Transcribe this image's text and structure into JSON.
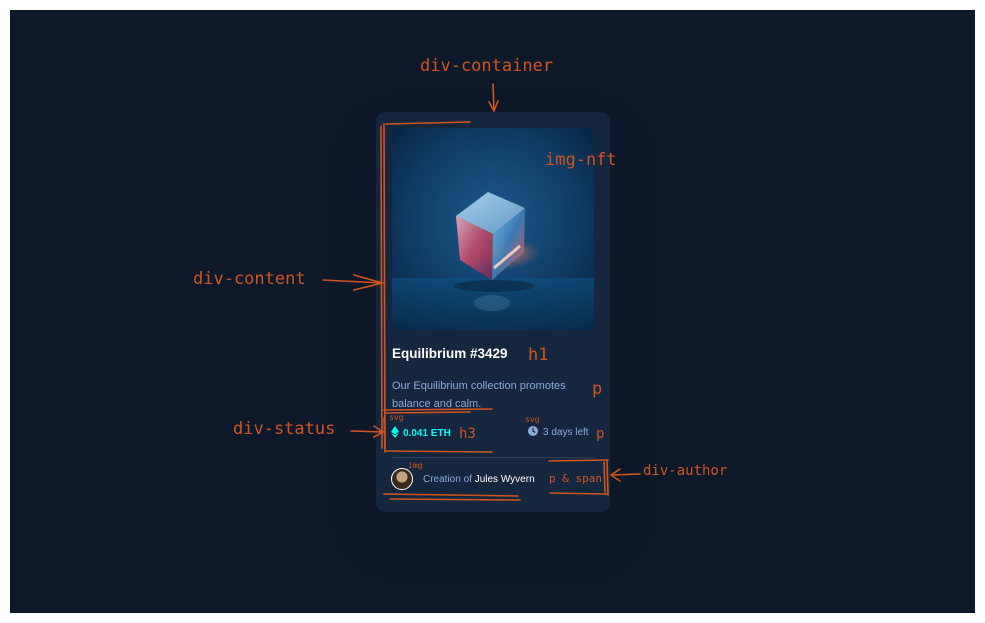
{
  "card": {
    "title": "Equilibrium #3429",
    "description": "Our Equilibrium collection promotes balance and calm.",
    "price": "0.041 ETH",
    "time_left": "3 days left",
    "author_prefix": "Creation of",
    "author_name": "Jules Wyvern"
  },
  "icons": {
    "ethereum": "ethereum-icon",
    "clock": "clock-icon"
  },
  "annotations": {
    "container": "div-container",
    "img_nft": "img-nft",
    "content": "div-content",
    "h1": "h1",
    "p_desc": "p",
    "status": "div-status",
    "svg_eth": "svg",
    "h3": "h3",
    "svg_clock": "svg",
    "p_time": "p",
    "img_avatar": "img",
    "author_tags": "p & span",
    "author": "div-author"
  },
  "colors": {
    "background": "#0d192b",
    "card": "#15263f",
    "cyan": "#00fff8",
    "soft_blue": "#8bacd9",
    "annotation": "#d1541f"
  }
}
